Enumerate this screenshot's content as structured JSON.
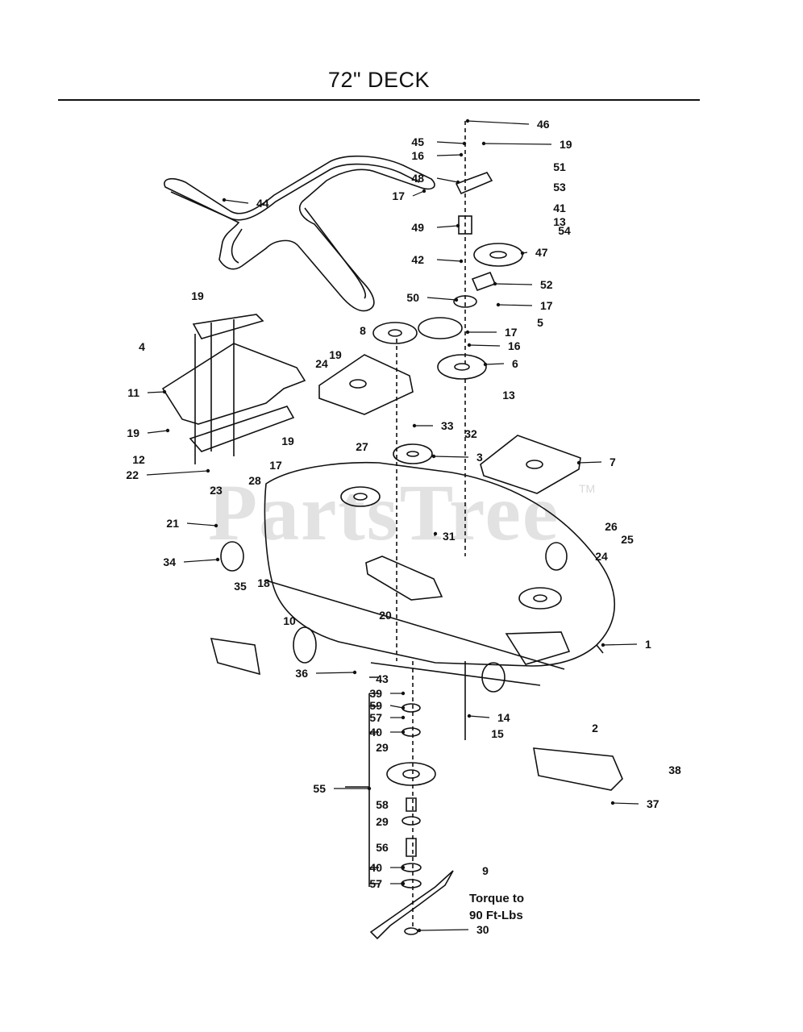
{
  "title": "72\" DECK",
  "watermark": "PartsTree",
  "watermark_tm": "TM",
  "torque_note": [
    "Torque to",
    "90 Ft-Lbs"
  ],
  "callouts": [
    "46",
    "45",
    "19",
    "16",
    "51",
    "48",
    "53",
    "17",
    "41",
    "13",
    "54",
    "44",
    "49",
    "42",
    "47",
    "52",
    "50",
    "17",
    "5",
    "8",
    "17",
    "16",
    "6",
    "4",
    "19",
    "24",
    "19",
    "11",
    "13",
    "19",
    "33",
    "32",
    "3",
    "27",
    "19",
    "7",
    "12",
    "17",
    "22",
    "23",
    "28",
    "21",
    "26",
    "31",
    "25",
    "24",
    "34",
    "35",
    "18",
    "10",
    "20",
    "1",
    "36",
    "43",
    "39",
    "59",
    "57",
    "14",
    "40",
    "15",
    "29",
    "2",
    "38",
    "55",
    "37",
    "58",
    "29",
    "56",
    "40",
    "9",
    "57",
    "30"
  ]
}
